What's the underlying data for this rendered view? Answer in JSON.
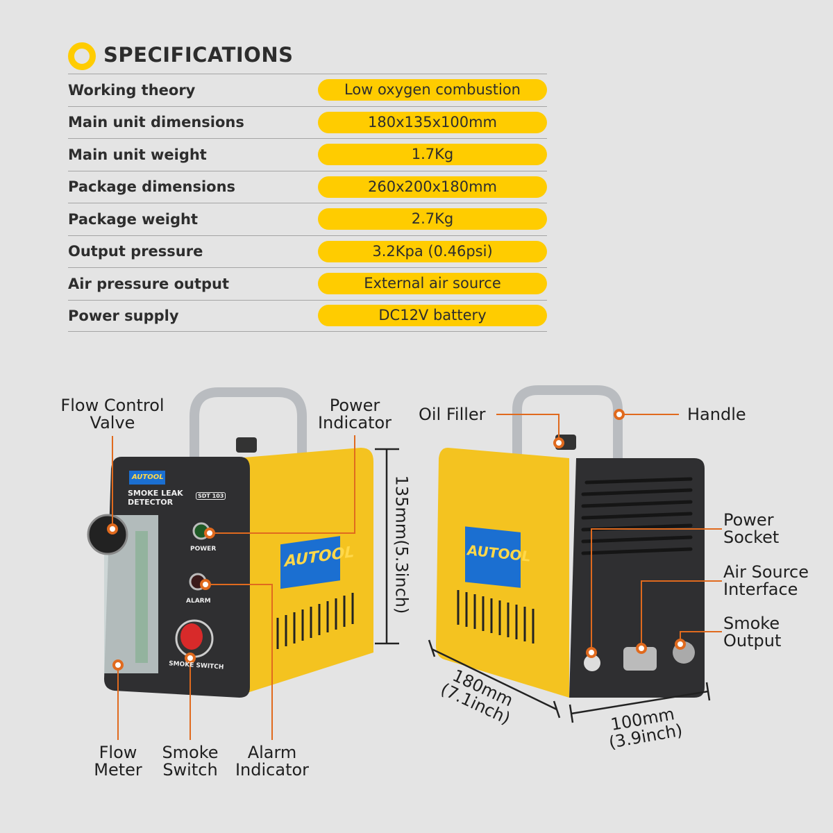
{
  "header": {
    "title": "SPECIFICATIONS"
  },
  "specs": [
    {
      "label": "Working theory",
      "value": "Low oxygen combustion"
    },
    {
      "label": "Main unit dimensions",
      "value": "180x135x100mm"
    },
    {
      "label": "Main unit weight",
      "value": "1.7Kg"
    },
    {
      "label": "Package dimensions",
      "value": "260x200x180mm"
    },
    {
      "label": "Package weight",
      "value": "2.7Kg"
    },
    {
      "label": "Output pressure",
      "value": "3.2Kpa (0.46psi)"
    },
    {
      "label": "Air pressure output",
      "value": "External air source"
    },
    {
      "label": "Power supply",
      "value": "DC12V  battery"
    }
  ],
  "device": {
    "brand": "AUTOOL",
    "model": "SDT 103",
    "name_line1": "SMOKE LEAK",
    "name_line2": "DETECTOR",
    "power_label": "POWER",
    "alarm_label": "ALARM",
    "switch_label": "SMOKE SWITCH"
  },
  "callouts": {
    "flow_control_valve": [
      "Flow Control",
      "Valve"
    ],
    "power_indicator": [
      "Power",
      "Indicator"
    ],
    "flow_meter": [
      "Flow",
      "Meter"
    ],
    "smoke_switch": [
      "Smoke",
      "Switch"
    ],
    "alarm_indicator": [
      "Alarm",
      "Indicator"
    ],
    "oil_filler": "Oil Filler",
    "handle": "Handle",
    "power_socket": [
      "Power",
      "Socket"
    ],
    "air_source_interface": [
      "Air Source",
      "Interface"
    ],
    "smoke_output": [
      "Smoke",
      "Output"
    ]
  },
  "dimensions": {
    "height": "135mm(5.3inch)",
    "length": [
      "180mm",
      "(7.1inch)"
    ],
    "width": [
      "100mm",
      "(3.9inch)"
    ]
  },
  "colors": {
    "accent": "#ffcc00",
    "leader": "#e06a1e",
    "panel": "#2f2f31"
  }
}
